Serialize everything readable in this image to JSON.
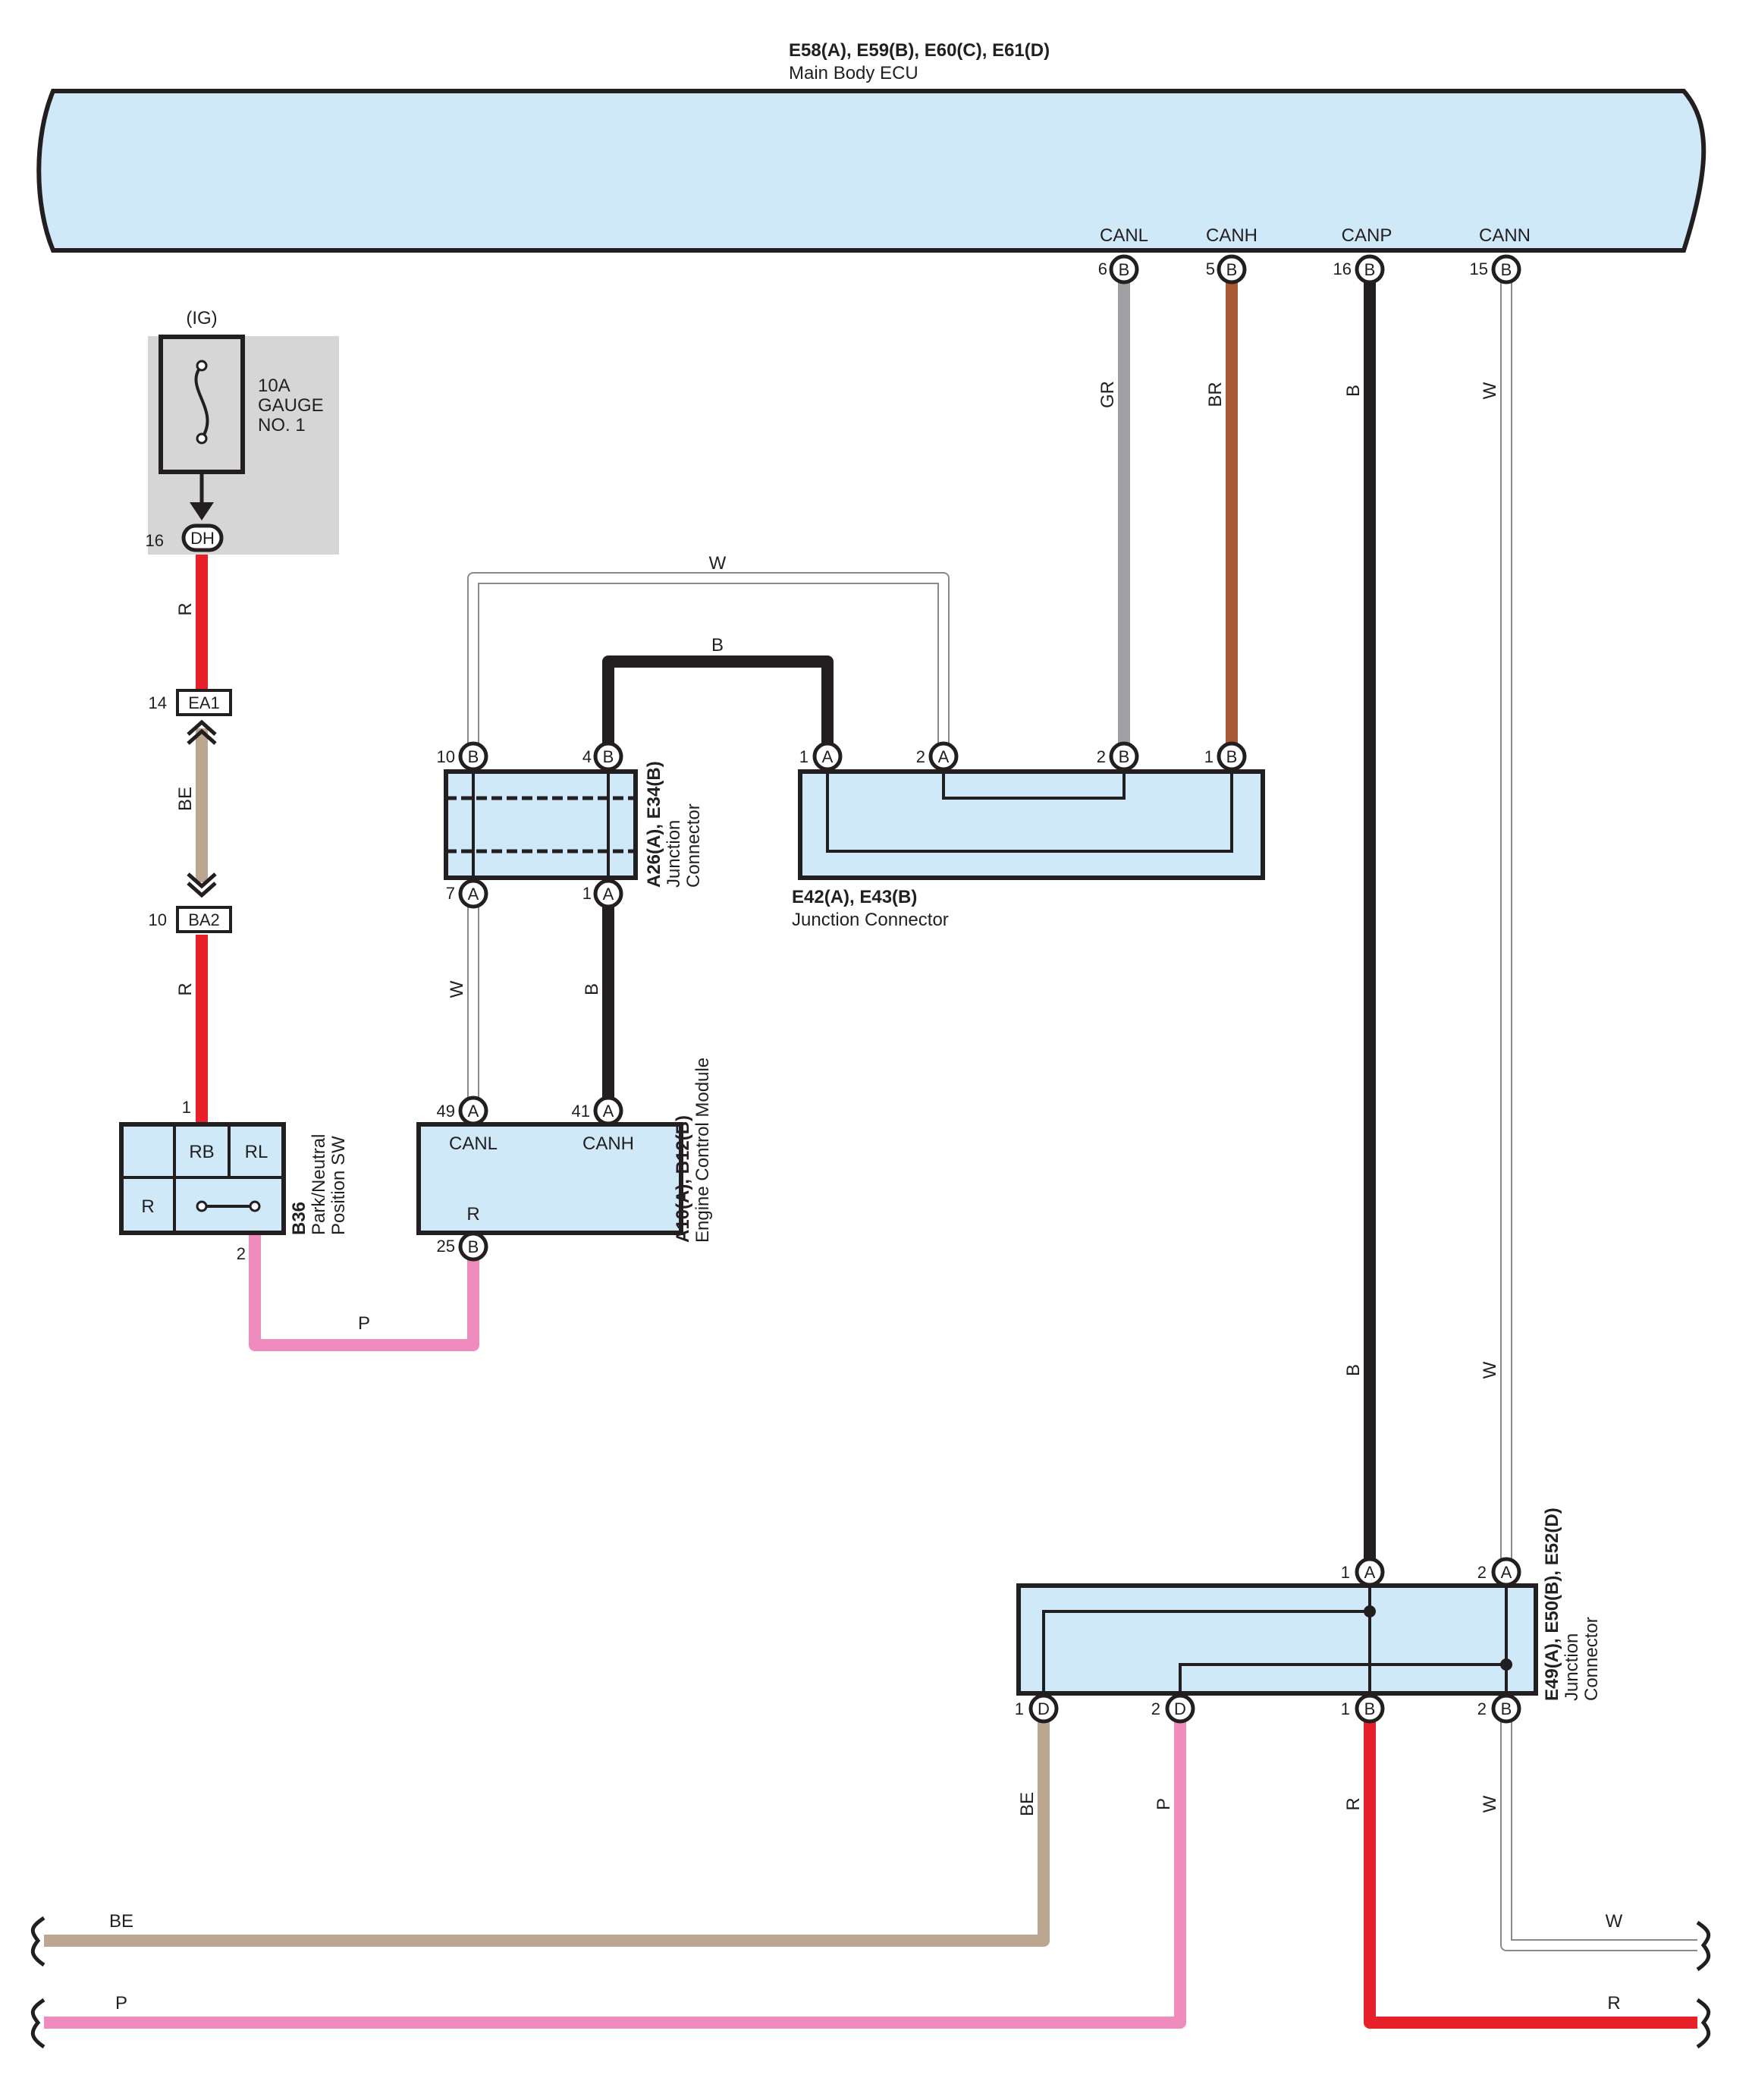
{
  "ecu": {
    "title": "E58(A), E59(B), E60(C), E61(D)",
    "subtitle": "Main Body ECU",
    "terminals": [
      {
        "name": "CANL",
        "pin": "6",
        "conn": "B"
      },
      {
        "name": "CANH",
        "pin": "5",
        "conn": "B"
      },
      {
        "name": "CANP",
        "pin": "16",
        "conn": "B"
      },
      {
        "name": "CANN",
        "pin": "15",
        "conn": "B"
      }
    ]
  },
  "fuse": {
    "source": "(IG)",
    "rating": "10A",
    "name1": "GAUGE",
    "name2": "NO. 1",
    "pin": "16",
    "conn": "DH"
  },
  "connectors": {
    "ea1": {
      "pin": "14",
      "name": "EA1"
    },
    "ba2": {
      "pin": "10",
      "name": "BA2"
    }
  },
  "pnp_switch": {
    "id": "B36",
    "name1": "Park/Neutral",
    "name2": "Position SW",
    "pin_top": "1",
    "pin_bottom": "2",
    "cells": [
      "RB",
      "RL",
      "R"
    ]
  },
  "jc_a26": {
    "id": "A26(A), E34(B)",
    "name1": "Junction",
    "name2": "Connector",
    "pins_top": [
      {
        "pin": "10",
        "conn": "B"
      },
      {
        "pin": "4",
        "conn": "B"
      }
    ],
    "pins_bottom": [
      {
        "pin": "7",
        "conn": "A"
      },
      {
        "pin": "1",
        "conn": "A"
      }
    ]
  },
  "jc_e42": {
    "id": "E42(A), E43(B)",
    "name": "Junction Connector",
    "pins": [
      {
        "pin": "1",
        "conn": "A"
      },
      {
        "pin": "2",
        "conn": "A"
      },
      {
        "pin": "2",
        "conn": "B"
      },
      {
        "pin": "1",
        "conn": "B"
      }
    ]
  },
  "ecm": {
    "id": "A10(A), B12(B)",
    "name": "Engine Control Module",
    "canl": "CANL",
    "canh": "CANH",
    "r": "R",
    "pins": [
      {
        "pin": "49",
        "conn": "A"
      },
      {
        "pin": "41",
        "conn": "A"
      },
      {
        "pin": "25",
        "conn": "B"
      }
    ]
  },
  "jc_e49": {
    "id": "E49(A), E50(B), E52(D)",
    "name1": "Junction",
    "name2": "Connector",
    "pins_top": [
      {
        "pin": "1",
        "conn": "A"
      },
      {
        "pin": "2",
        "conn": "A"
      }
    ],
    "pins_bottom": [
      {
        "pin": "1",
        "conn": "D"
      },
      {
        "pin": "2",
        "conn": "D"
      },
      {
        "pin": "1",
        "conn": "B"
      },
      {
        "pin": "2",
        "conn": "B"
      }
    ]
  },
  "wire_labels": {
    "gr": "GR",
    "br": "BR",
    "b": "B",
    "w": "W",
    "r": "R",
    "be": "BE",
    "p": "P"
  },
  "colors": {
    "component_fill": "#cfe9f8",
    "red": "#e8202a",
    "beige": "#bba78f",
    "pink": "#f08bbd",
    "brown": "#a85a35",
    "gray": "#a0a0a3",
    "black": "#231f20",
    "fuse_bg": "#d6d6d6"
  }
}
